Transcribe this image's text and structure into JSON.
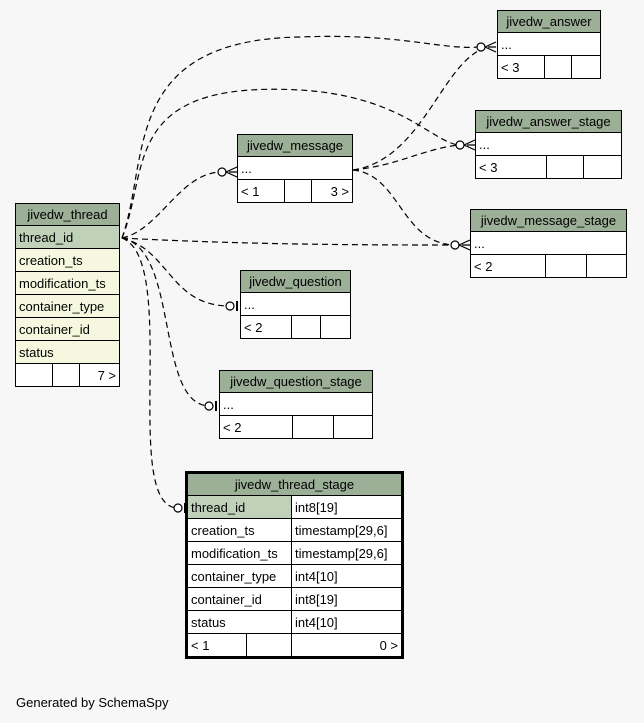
{
  "footer": "Generated by SchemaSpy",
  "thread": {
    "name": "jivedw_thread",
    "columns": [
      "thread_id",
      "creation_ts",
      "modification_ts",
      "container_type",
      "container_id",
      "status"
    ],
    "footer_right": "7 >"
  },
  "message": {
    "name": "jivedw_message",
    "row": "...",
    "left": "< 1",
    "right": "3 >"
  },
  "question": {
    "name": "jivedw_question",
    "row": "...",
    "left": "< 2"
  },
  "question_stage": {
    "name": "jivedw_question_stage",
    "row": "...",
    "left": "< 2"
  },
  "answer": {
    "name": "jivedw_answer",
    "row": "...",
    "left": "< 3"
  },
  "answer_stage": {
    "name": "jivedw_answer_stage",
    "row": "...",
    "left": "< 3"
  },
  "message_stage": {
    "name": "jivedw_message_stage",
    "row": "...",
    "left": "< 2"
  },
  "thread_stage": {
    "name": "jivedw_thread_stage",
    "columns": [
      {
        "name": "thread_id",
        "type": "int8[19]"
      },
      {
        "name": "creation_ts",
        "type": "timestamp[29,6]"
      },
      {
        "name": "modification_ts",
        "type": "timestamp[29,6]"
      },
      {
        "name": "container_type",
        "type": "int4[10]"
      },
      {
        "name": "container_id",
        "type": "int8[19]"
      },
      {
        "name": "status",
        "type": "int4[10]"
      }
    ],
    "left": "< 1",
    "right": "0 >"
  }
}
